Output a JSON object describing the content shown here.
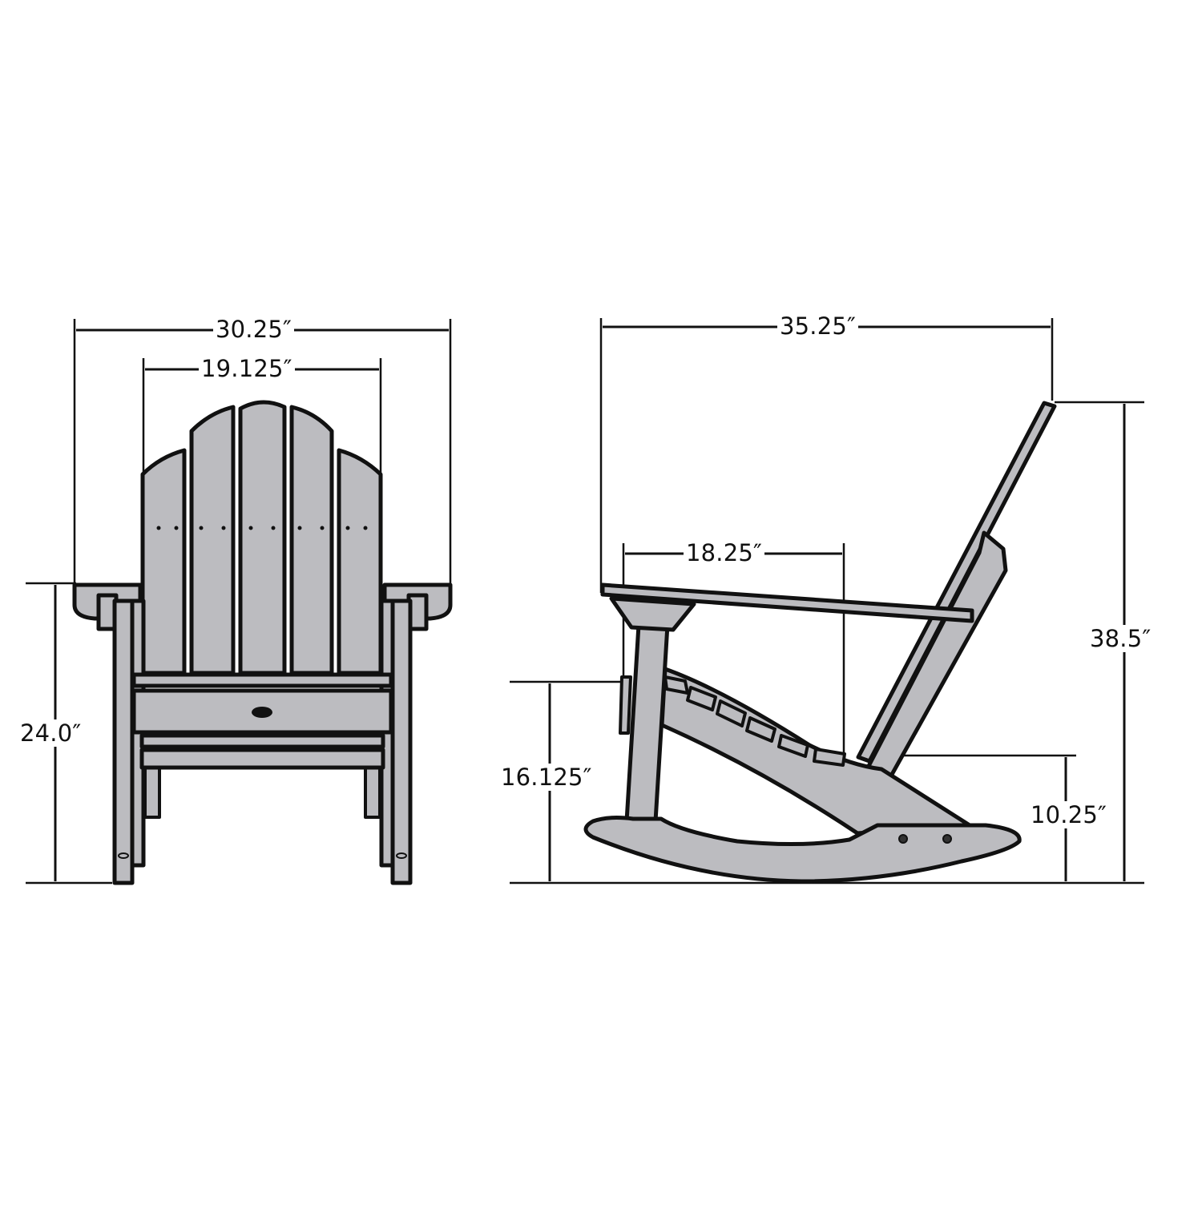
{
  "diagram": {
    "subject": "Adirondack rocking chair",
    "colors": {
      "part_fill": "#bcbcc0",
      "outline": "#111111",
      "background": "#ffffff"
    },
    "views": [
      {
        "name": "front-view",
        "dimensions": {
          "overall_width": "30.25″",
          "back_width": "19.125″",
          "arm_height": "24.0″"
        }
      },
      {
        "name": "side-view",
        "dimensions": {
          "overall_depth": "35.25″",
          "seat_depth": "18.25″",
          "overall_height": "38.5″",
          "front_seat_height": "16.125″",
          "rear_seat_height": "10.25″"
        }
      }
    ]
  }
}
